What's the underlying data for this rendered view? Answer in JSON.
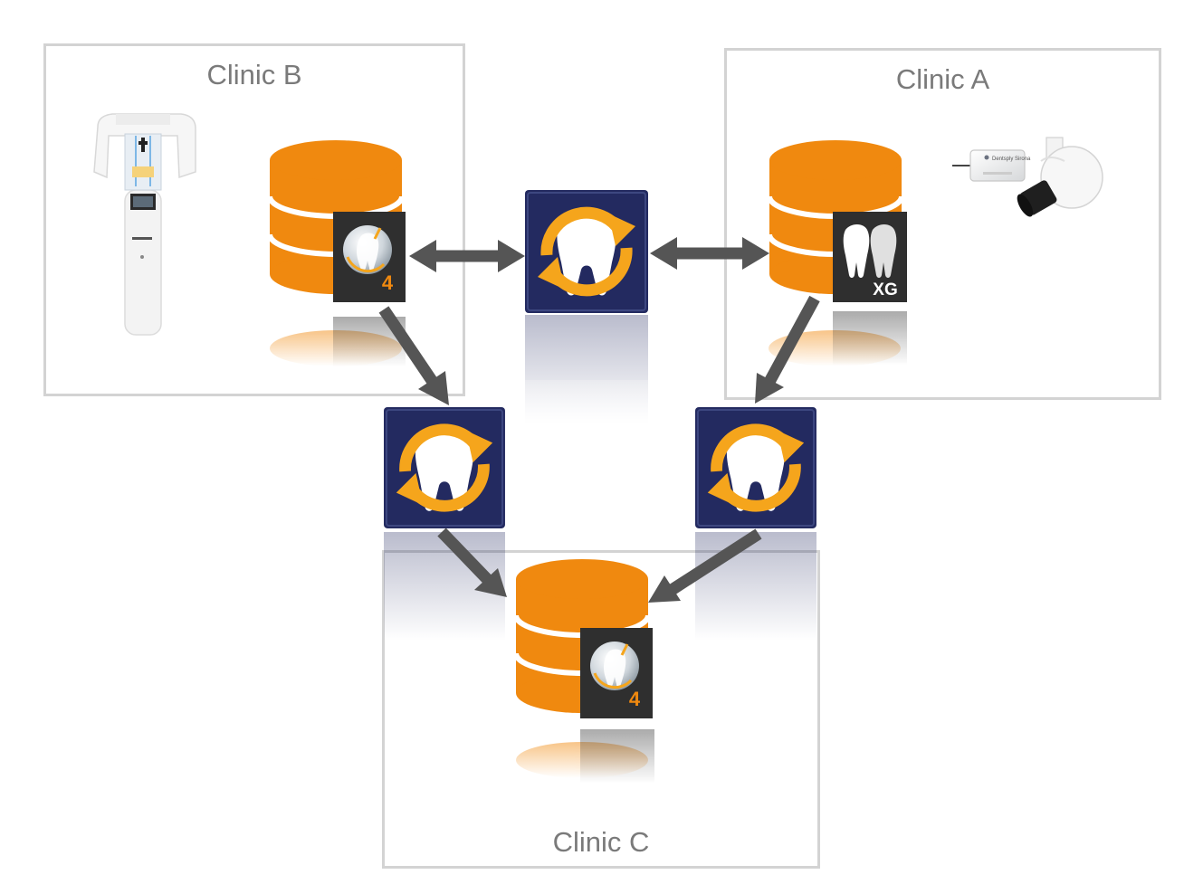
{
  "clinics": {
    "clinic_b": {
      "title": "Clinic B"
    },
    "clinic_a": {
      "title": "Clinic A"
    },
    "clinic_c": {
      "title": "Clinic C"
    }
  },
  "badges": {
    "clinic_b_db": "4",
    "clinic_a_db": "XG",
    "clinic_c_db": "4"
  },
  "device_label": {
    "sensor_brand": "Dentsply Sirona"
  },
  "colors": {
    "database": "#f0890f",
    "sync_tile": "#232a60",
    "sync_ring": "#f5a51c",
    "badge_bg": "#2f2f2f",
    "arrow": "#555555",
    "border": "#d3d3d3"
  }
}
